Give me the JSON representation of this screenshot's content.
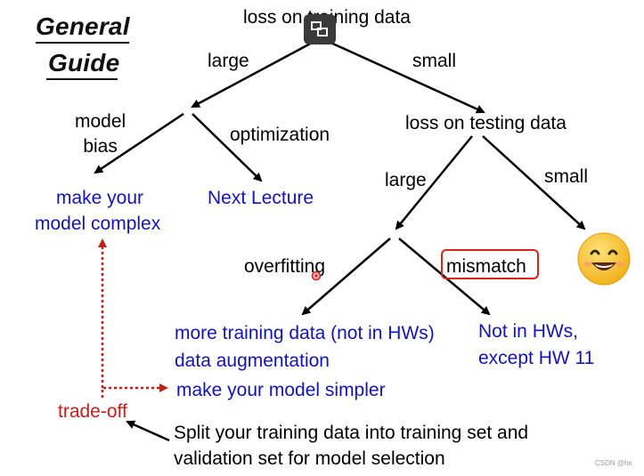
{
  "title": {
    "line1": "General",
    "line2": "Guide"
  },
  "root": {
    "label": "loss on training data"
  },
  "branch_train": {
    "large": "large",
    "small": "small"
  },
  "left_node": {
    "model_bias": "model\nbias",
    "optimization": "optimization",
    "make_complex_1": "make your",
    "make_complex_2": "model complex",
    "next_lecture": "Next Lecture"
  },
  "right_node": {
    "label": "loss on testing data",
    "large": "large",
    "small": "small"
  },
  "test_large": {
    "overfitting": "overfitting",
    "mismatch": "mismatch",
    "overfit_fix_1": "more training data (not in HWs)",
    "overfit_fix_2": "data augmentation",
    "overfit_fix_3": "make your model simpler",
    "mismatch_fix_1": "Not in HWs,",
    "mismatch_fix_2": "except HW 11"
  },
  "tradeoff": {
    "label": "trade-off",
    "note_1": "Split your training data into training set and",
    "note_2": "validation set for model selection"
  },
  "watermark": "CSDN @hs",
  "colors": {
    "blue": "#1414b4",
    "red": "#c0211a",
    "box": "#d8261a",
    "smiley": "#f7c948"
  },
  "icons": {
    "smiley": "smiling-face-icon",
    "overlay": "expand-icon"
  }
}
